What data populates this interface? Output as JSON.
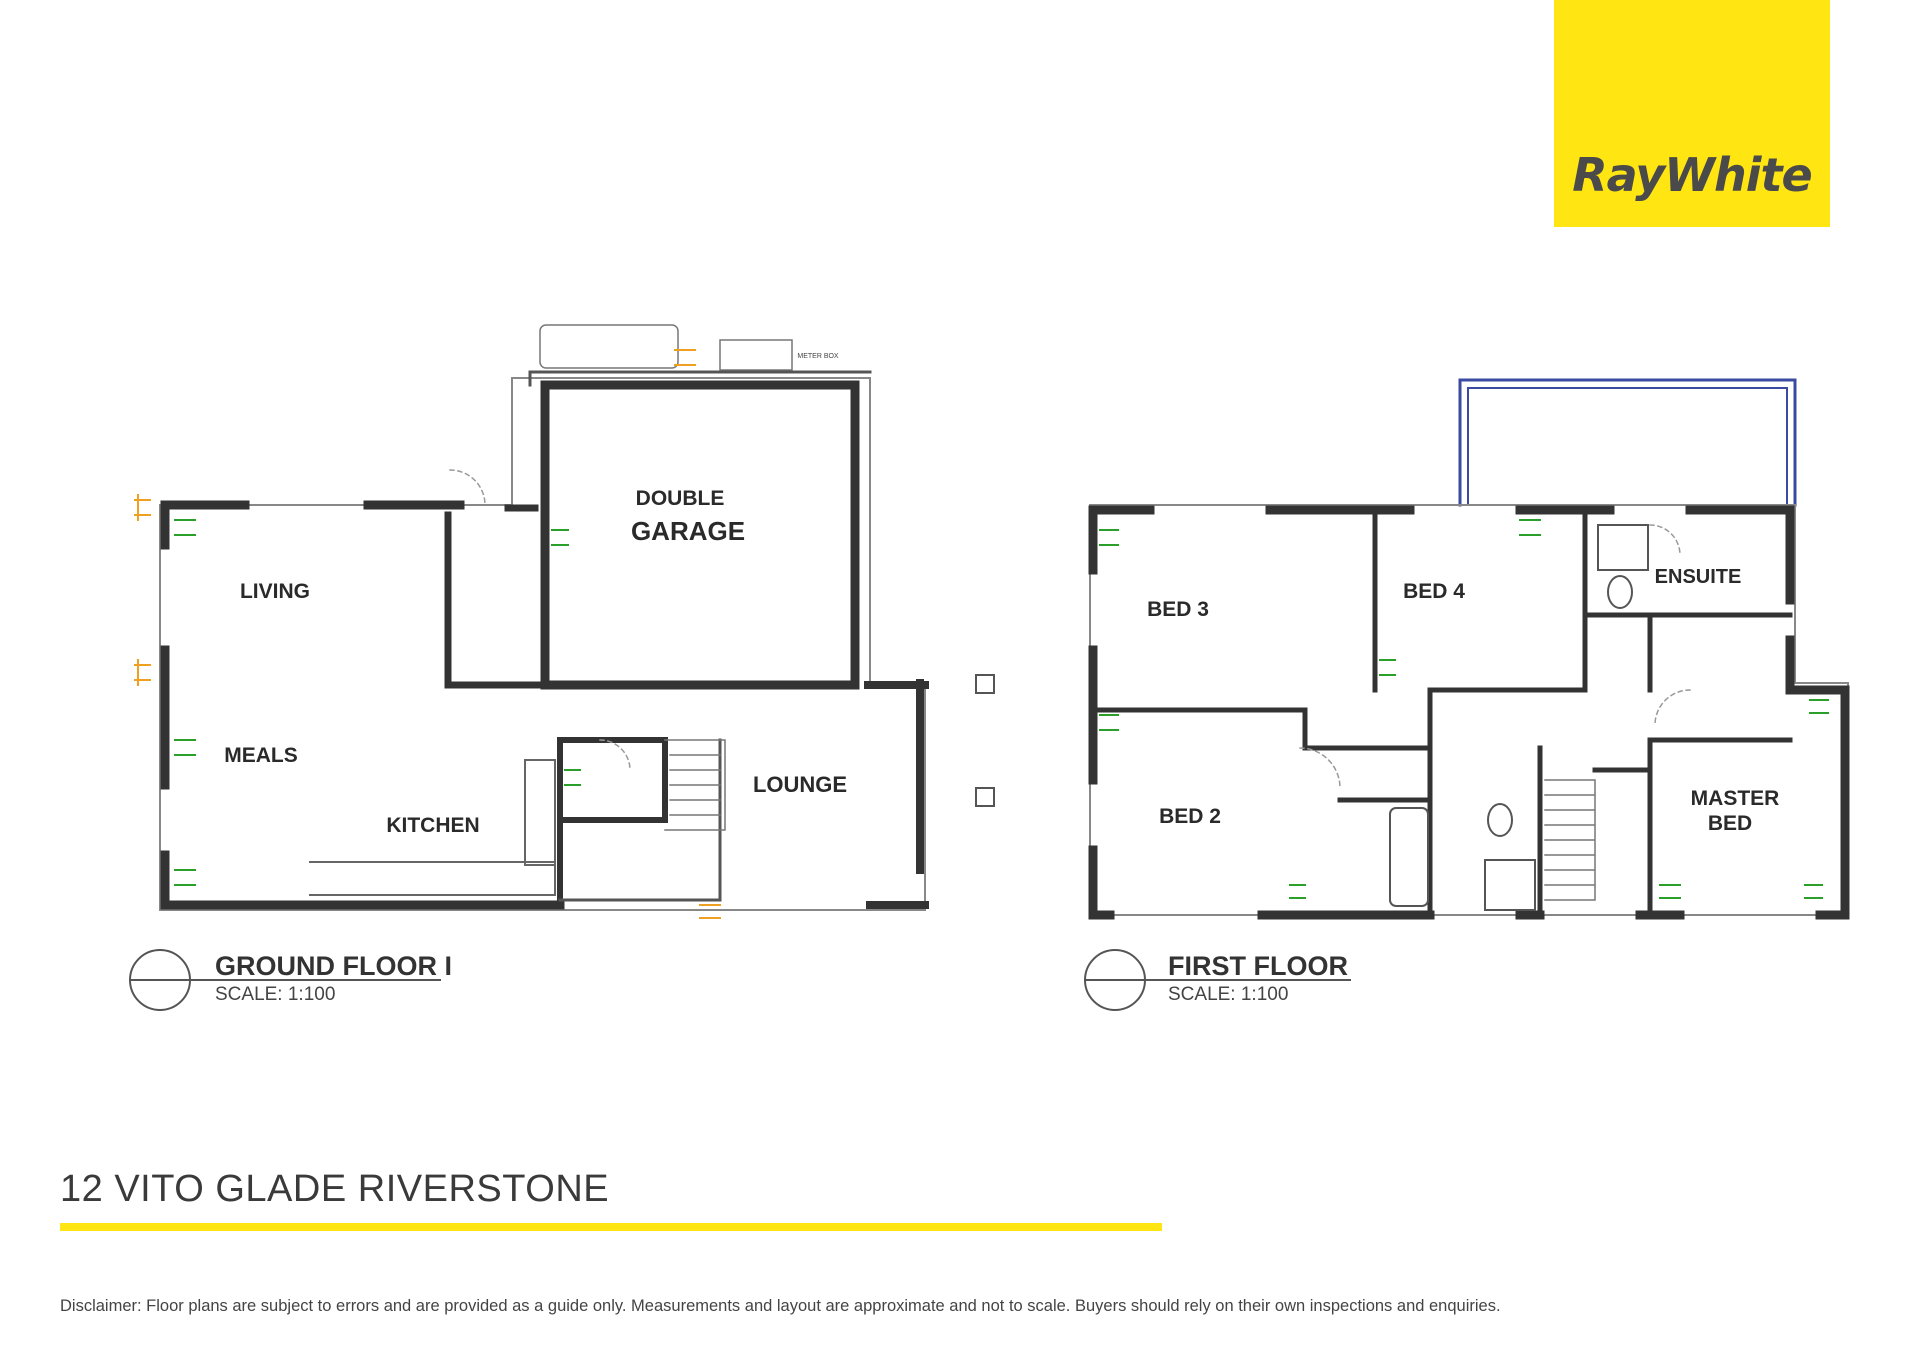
{
  "brand": {
    "logo_text": "RayWhite",
    "color": "#ffe512"
  },
  "ground_floor": {
    "title": "GROUND FLOOR I",
    "scale": "SCALE: 1:100",
    "rooms": {
      "double": "DOUBLE",
      "garage": "GARAGE",
      "living": "LIVING",
      "meals": "MEALS",
      "kitchen": "KITCHEN",
      "lounge": "LOUNGE"
    },
    "meter_box": "METER BOX"
  },
  "first_floor": {
    "title": "FIRST FLOOR",
    "scale": "SCALE: 1:100",
    "rooms": {
      "bed3": "BED 3",
      "bed4": "BED 4",
      "ensuite": "ENSUITE",
      "bed2": "BED 2",
      "master_line1": "MASTER",
      "master_line2": "BED"
    }
  },
  "address": "12 VITO GLADE RIVERSTONE",
  "disclaimer": "Disclaimer: Floor plans are subject to errors and are provided as a guide only. Measurements and layout are approximate and not to scale. Buyers should rely on their own inspections and enquiries."
}
